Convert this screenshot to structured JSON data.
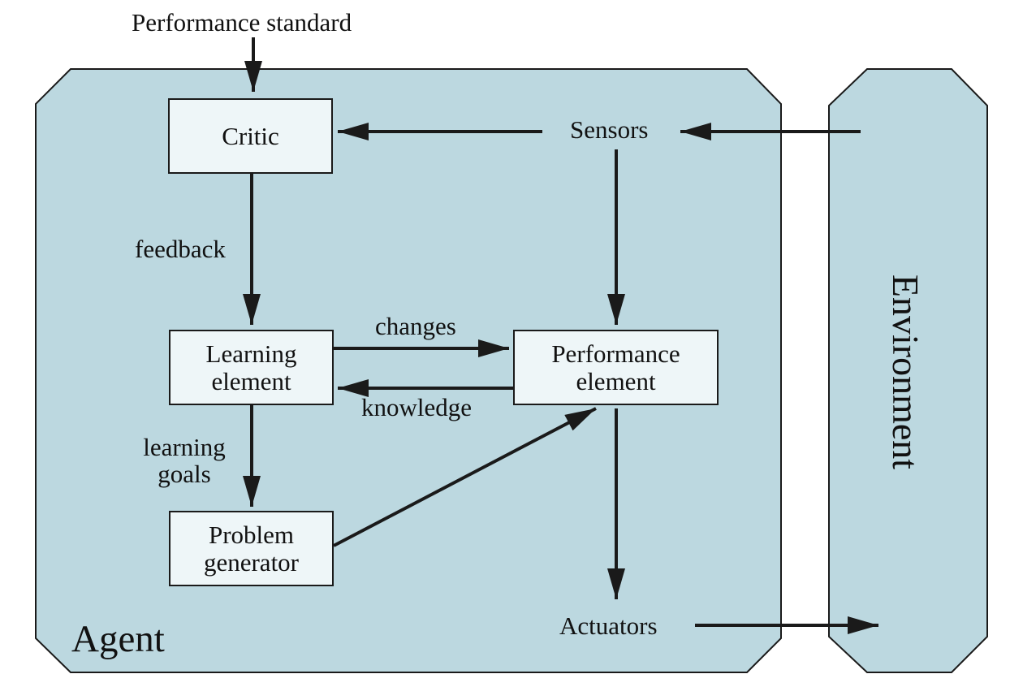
{
  "performance_standard": "Performance standard",
  "agent": {
    "label": "Agent",
    "critic": "Critic",
    "sensors": "Sensors",
    "actuators": "Actuators",
    "learning_element": [
      "Learning",
      "element"
    ],
    "performance_element": [
      "Performance",
      "element"
    ],
    "problem_generator": [
      "Problem",
      "generator"
    ]
  },
  "edges": {
    "feedback": "feedback",
    "changes": "changes",
    "knowledge": "knowledge",
    "learning_goals": [
      "learning",
      "goals"
    ]
  },
  "environment": {
    "label": "Environment"
  },
  "colors": {
    "agent_fill": "#bcd8e0",
    "box_fill": "#eef6f8",
    "stroke": "#1a1a1a"
  }
}
